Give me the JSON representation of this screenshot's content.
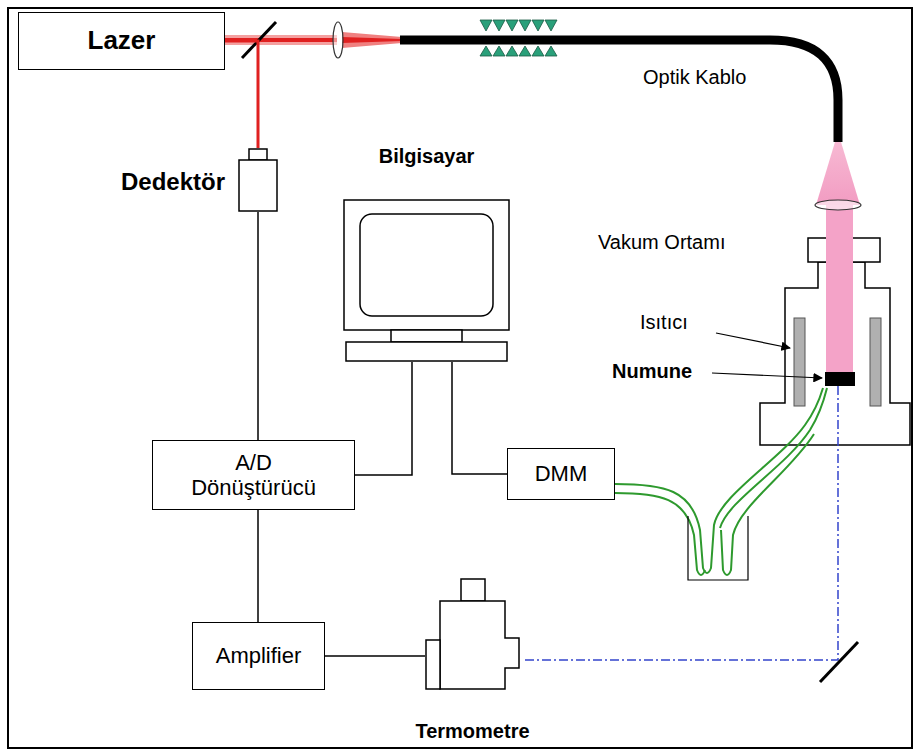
{
  "diagram": {
    "nodes": [
      {
        "text": [
          "Lazer"
        ]
      },
      {
        "text": [
          "Dedektör"
        ]
      },
      {
        "text": [
          "Bilgisayar"
        ]
      },
      {
        "text": [
          "A/D Dönüştürücü"
        ]
      },
      {
        "text": [
          "DMM"
        ]
      },
      {
        "text": [
          "Amplifier"
        ]
      },
      {
        "text": [
          "Termometre"
        ]
      }
    ],
    "edges": [
      {
        "from": 0,
        "to": 1,
        "arrow": "none"
      },
      {
        "from": 1,
        "to": 3,
        "arrow": "none"
      },
      {
        "from": 2,
        "to": 3,
        "arrow": "none"
      },
      {
        "from": 2,
        "to": 4,
        "arrow": "none"
      },
      {
        "from": 3,
        "to": 5,
        "arrow": "none"
      },
      {
        "from": 5,
        "to": 6,
        "arrow": "none"
      }
    ],
    "labels": [
      "Optik Kablo",
      "Vakum Ortamı",
      "Isıtıcı",
      "Numune"
    ]
  }
}
